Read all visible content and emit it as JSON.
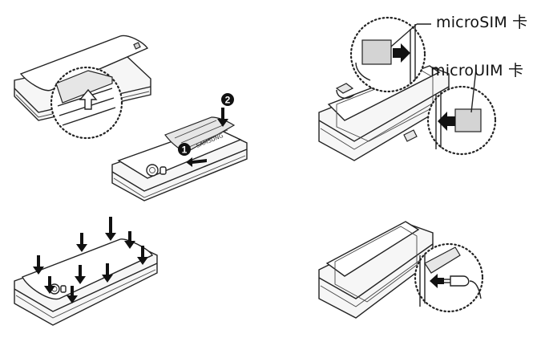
{
  "labels": {
    "microsim": "microSIM 卡",
    "microuim": "microUIM 卡"
  },
  "markers": {
    "step1": "1",
    "step2": "2"
  },
  "battery_brand": "SAMSUNG",
  "colors": {
    "line": "#222222",
    "card": "#d4d4d4",
    "background": "#ffffff"
  }
}
